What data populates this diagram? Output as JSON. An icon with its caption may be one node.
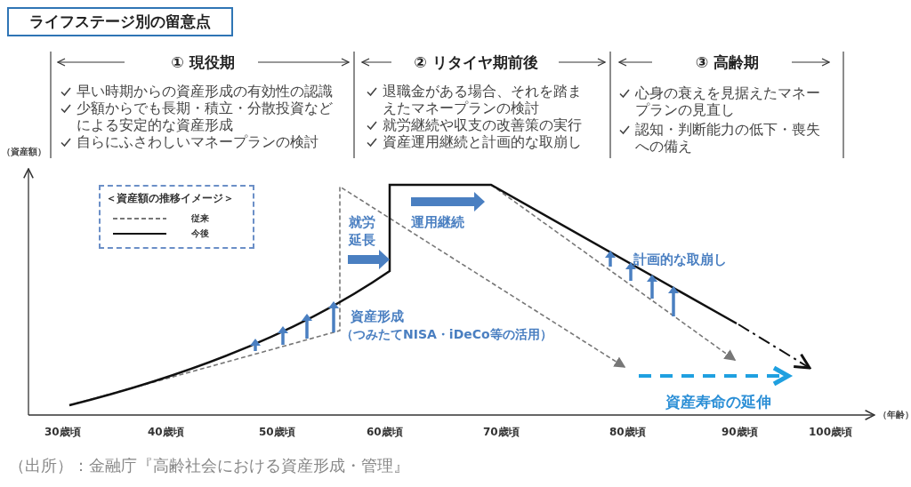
{
  "diagram": {
    "title": "ライフステージ別の留意点",
    "caption": "（出所）：金融庁『高齢社会における資産形成・管理』",
    "labels": [
      "① 現役期",
      "早い時期からの資産形成の有効性の認識",
      "少額からでも長期・積立・分散投資などによる安定的な資産形成",
      "自らにふさわしいマネープランの検討",
      "② リタイヤ期前後",
      "退職金がある場合、それを踏まえたマネープランの検討",
      "就労継続や収支の改善策の実行",
      "資産運用継続と計画的な取崩し",
      "③ 高齢期",
      "心身の衰えを見据えたマネープランの見直し",
      "認知・判断能力の低下・喪失への備え",
      "（資産額）",
      "＜資産額の推移イメージ＞",
      "就労延長",
      "運用継続",
      "資産形成",
      "（つみたてNISA・iDeCo等の活用）",
      "計画的な取崩し",
      "資産寿命の延伸",
      "30歳頃",
      "40歳頃",
      "50歳頃",
      "60歳頃",
      "70歳頃",
      "80歳頃",
      "90歳頃",
      "100歳頃",
      "（年齢）"
    ],
    "legend": [
      {
        "text": "従来"
      },
      {
        "text": "今後"
      }
    ]
  }
}
